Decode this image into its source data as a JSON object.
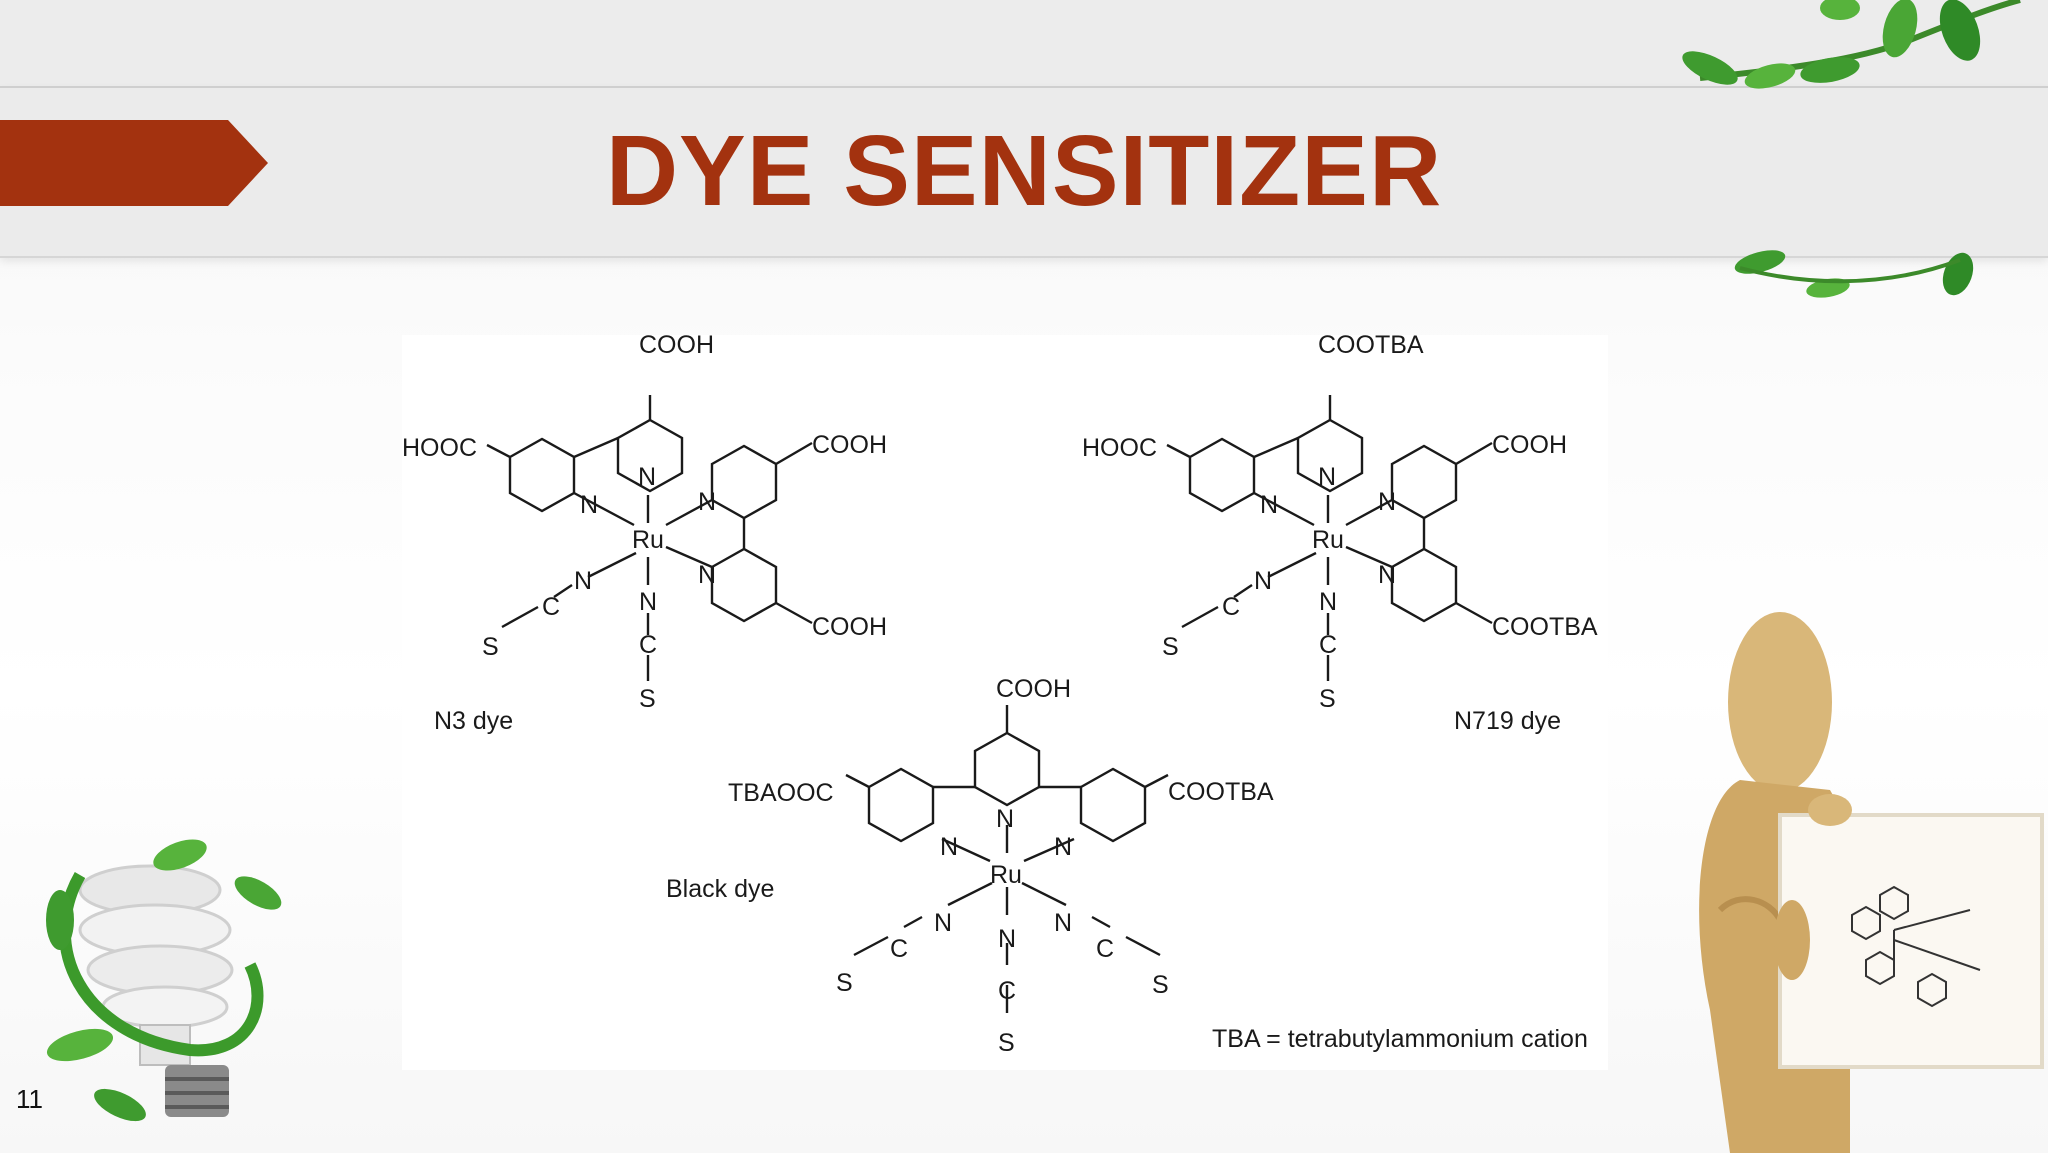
{
  "slide": {
    "title": "DYE SENSITIZER",
    "page_number": "11"
  },
  "figure": {
    "n3": {
      "cooh_top": "COOH",
      "hooc_left": "HOOC",
      "cooh_right_upper": "COOH",
      "cooh_right_lower": "COOH",
      "ru": "Ru",
      "n": "N",
      "c": "C",
      "s": "S",
      "name": "N3 dye"
    },
    "n719": {
      "cootba_top": "COOTBA",
      "hooc_left": "HOOC",
      "cooh_right_upper": "COOH",
      "cootba_right_lower": "COOTBA",
      "ru": "Ru",
      "n": "N",
      "c": "C",
      "s": "S",
      "name": "N719 dye"
    },
    "black": {
      "cooh_top": "COOH",
      "tbaooc_left": "TBAOOC",
      "cootba_right": "COOTBA",
      "ru": "Ru",
      "n": "N",
      "c": "C",
      "s": "S",
      "name": "Black dye"
    },
    "footnote": "TBA = tetrabutylammonium cation"
  }
}
